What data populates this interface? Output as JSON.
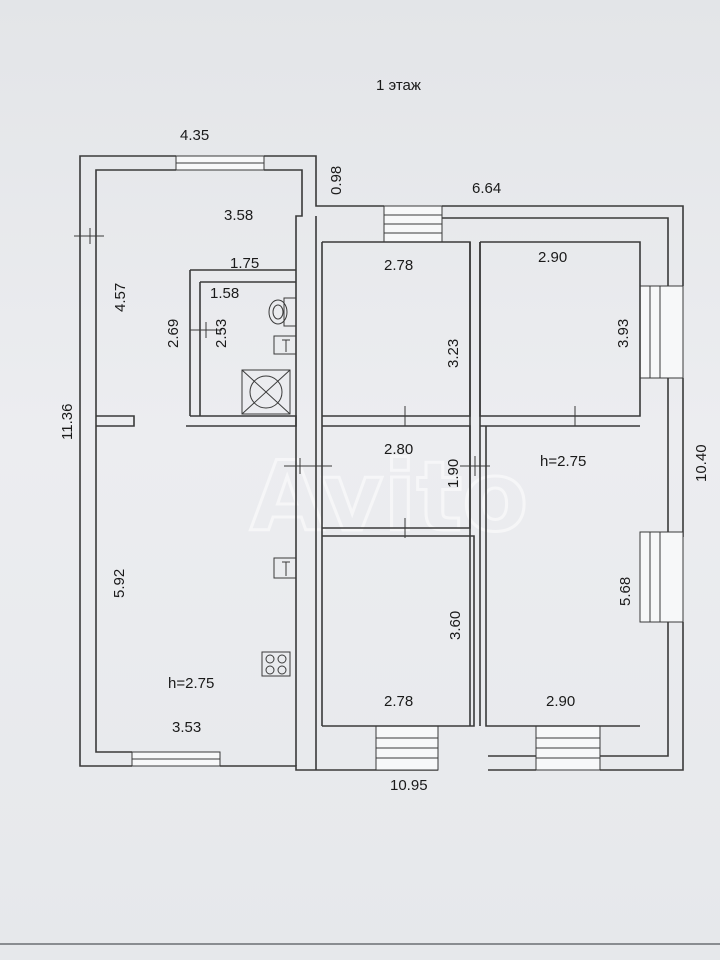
{
  "title": "1 этаж",
  "watermark": "Avito",
  "dimensions": {
    "top_left_width": "4.35",
    "wall_offset": "0.98",
    "top_right_width": "6.64",
    "left_height": "11.36",
    "right_height": "10.40",
    "bottom_width": "10.95",
    "kitchen_width_top": "3.58",
    "bath_outer_width": "1.75",
    "bath_inner_width": "1.58",
    "left_upper_height": "4.57",
    "bath_outer_height": "2.69",
    "bath_inner_height": "2.53",
    "left_lower_height": "5.92",
    "kitchen_width_bottom": "3.53",
    "room1_width": "2.78",
    "room1_height": "3.23",
    "room2_width": "2.90",
    "room2_height": "3.93",
    "hall_width": "2.80",
    "hall_height": "1.90",
    "room3_height": "3.60",
    "room3_width": "2.78",
    "room4_height": "5.68",
    "room4_width": "2.90"
  },
  "ceiling_heights": {
    "left": "h=2.75",
    "right": "h=2.75"
  },
  "icons": [
    "toilet-icon",
    "sink-icon",
    "boiler-icon",
    "stove-icon",
    "radiator-icon"
  ]
}
